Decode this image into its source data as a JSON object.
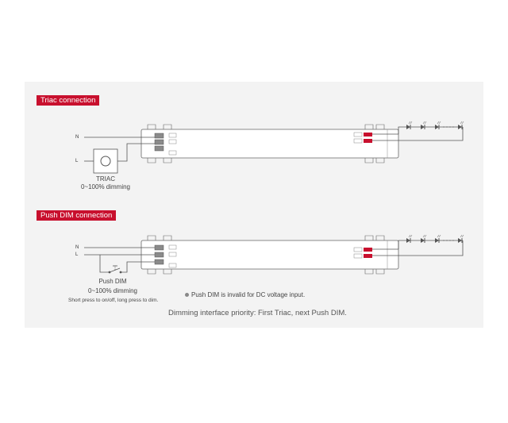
{
  "sections": [
    {
      "title": "Triac connection",
      "inputs": [
        "N",
        "L"
      ],
      "device": "TRIAC",
      "range": "0~100% dimming"
    },
    {
      "title": "Push DIM connection",
      "inputs": [
        "N",
        "L"
      ],
      "device": "Push DIM",
      "range": "0~100% dimming",
      "usage": "Short press to on/off, long press to dim."
    }
  ],
  "note": "Push DIM is invalid for DC voltage input.",
  "priority": "Dimming interface priority: First Triac, next Push DIM.",
  "colors": {
    "accent": "#c8102e",
    "panel": "#f3f3f3",
    "line": "#555555"
  }
}
